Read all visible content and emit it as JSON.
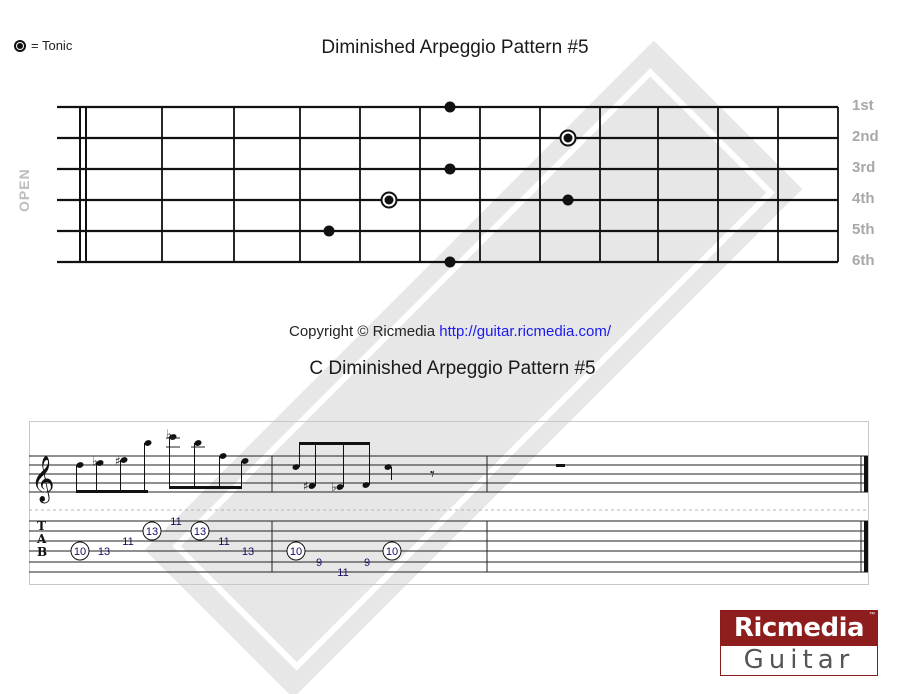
{
  "legend": {
    "label": "= Tonic"
  },
  "fretboard": {
    "title": "Diminished Arpeggio Pattern #5",
    "position_label": "OPEN",
    "strings": [
      "1st",
      "2nd",
      "3rd",
      "4th",
      "5th",
      "6th"
    ],
    "notes": [
      {
        "string": 1,
        "fret": 6,
        "tonic": false
      },
      {
        "string": 2,
        "fret": 8,
        "tonic": true
      },
      {
        "string": 3,
        "fret": 6,
        "tonic": false
      },
      {
        "string": 4,
        "fret": 5,
        "tonic": true
      },
      {
        "string": 4,
        "fret": 8,
        "tonic": false
      },
      {
        "string": 5,
        "fret": 4,
        "tonic": false
      },
      {
        "string": 6,
        "fret": 6,
        "tonic": false
      }
    ]
  },
  "copyright": {
    "text": "Copyright © Ricmedia ",
    "link": "http://guitar.ricmedia.com/"
  },
  "notation": {
    "title": "C Diminished Arpeggio Pattern #5",
    "tab_letters": [
      "T",
      "A",
      "B"
    ],
    "tab_numbers": [
      {
        "n": "10",
        "circled": true,
        "line": 3
      },
      {
        "n": "13",
        "circled": false,
        "line": 3
      },
      {
        "n": "11",
        "circled": false,
        "line": 2
      },
      {
        "n": "13",
        "circled": true,
        "line": 1
      },
      {
        "n": "11",
        "circled": false,
        "line": 0
      },
      {
        "n": "13",
        "circled": true,
        "line": 1
      },
      {
        "n": "11",
        "circled": false,
        "line": 2
      },
      {
        "n": "13",
        "circled": false,
        "line": 3
      },
      {
        "n": "10",
        "circled": true,
        "line": 3
      },
      {
        "n": "9",
        "circled": false,
        "line": 4
      },
      {
        "n": "11",
        "circled": false,
        "line": 5
      },
      {
        "n": "9",
        "circled": false,
        "line": 4
      },
      {
        "n": "10",
        "circled": true,
        "line": 3
      }
    ]
  },
  "logo": {
    "top": "Ricmedia",
    "bottom": "Guitar",
    "tm": "™"
  },
  "colors": {
    "tab_numbers": "#1a0d66",
    "label_gray": "#a8a8a8",
    "brand_red": "#8e1d1d",
    "link": "#1a1aee"
  }
}
